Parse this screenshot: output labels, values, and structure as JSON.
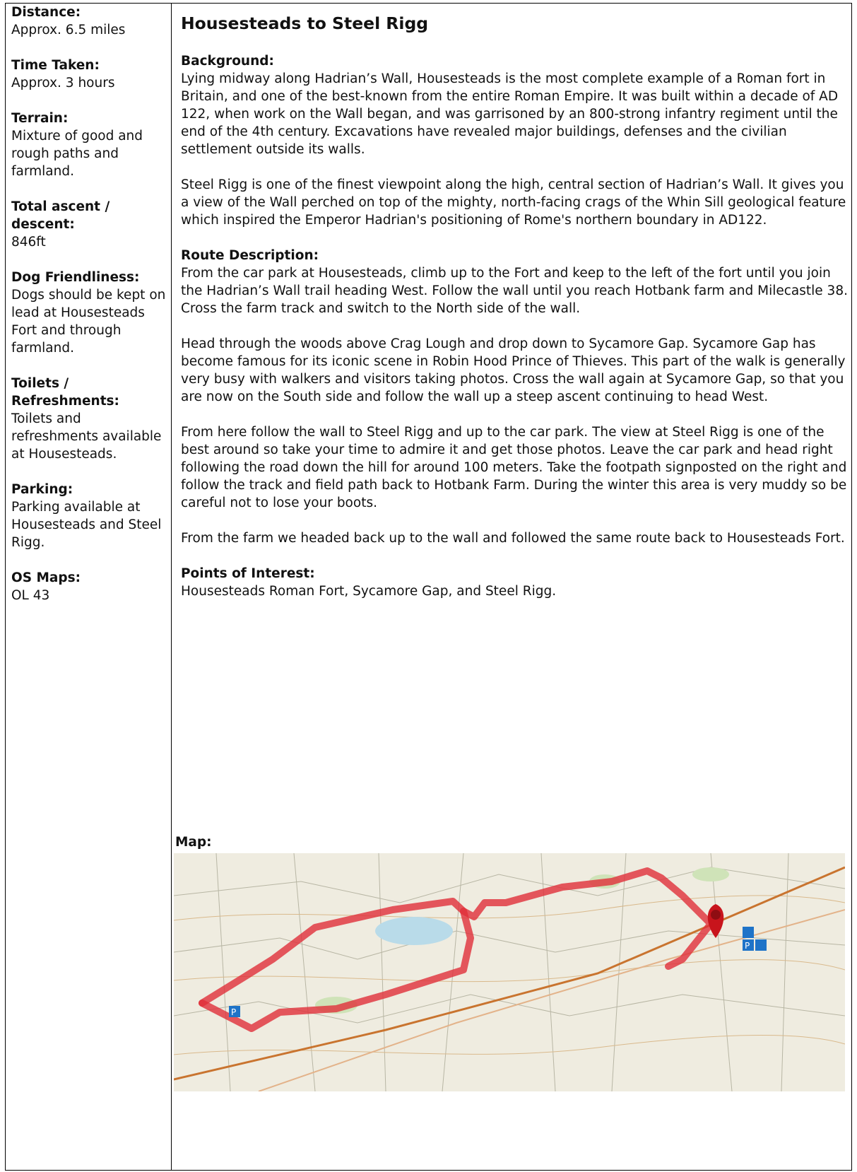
{
  "sidebar": {
    "distance_label": "Distance:",
    "distance_value": "Approx. 6.5 miles",
    "time_label": "Time Taken:",
    "time_value": "Approx. 3 hours",
    "terrain_label": "Terrain:",
    "terrain_value": "Mixture of good and rough paths and farmland.",
    "ascent_label": "Total ascent / descent:",
    "ascent_value": "846ft",
    "dog_label": "Dog Friendliness:",
    "dog_value": "Dogs should be kept on lead at Housesteads Fort and through farmland.",
    "toilets_label": "Toilets / Refreshments:",
    "toilets_value": "Toilets and refreshments available at Housesteads.",
    "parking_label": "Parking:",
    "parking_value": "Parking available at Housesteads and Steel Rigg.",
    "osmaps_label": "OS Maps:",
    "osmaps_value": "OL 43"
  },
  "main": {
    "title": "Housesteads to Steel Rigg",
    "background_heading": "Background:",
    "background_p1": "Lying midway along Hadrian’s Wall, Housesteads is the most complete example of a Roman fort in Britain, and one of the best-known from the entire Roman Empire. It was built within a decade of AD 122, when work on the Wall began, and was garrisoned by an 800-strong infantry regiment until the end of the 4th century. Excavations have revealed major buildings, defenses and the civilian settlement outside its walls.",
    "background_p2": "Steel Rigg is one of the finest viewpoint along the high, central section of Hadrian’s Wall. It gives you a view of the Wall perched on top of the mighty, north-facing crags of the Whin Sill geological feature which inspired the Emperor Hadrian's positioning of Rome's northern boundary in AD122.",
    "route_heading": "Route Description:",
    "route_p1": "From the car park at Housesteads, climb up to the Fort and keep to the left of the fort until you join the Hadrian’s Wall trail heading West. Follow the wall until you reach Hotbank farm and Milecastle 38. Cross the farm track and switch to the North side of the wall.",
    "route_p2": "Head through the woods above Crag Lough and drop down to Sycamore Gap. Sycamore Gap has become famous for its iconic scene in Robin Hood Prince of Thieves. This part of the walk is generally very busy with walkers and visitors taking photos. Cross the wall again at Sycamore Gap, so that you are now on the South side and follow the wall up a steep ascent continuing to head West.",
    "route_p3": "From here follow the wall to Steel Rigg and up to the car park. The view at Steel Rigg is one of the best around so take your time to admire it and get those photos. Leave the car park and head right following the road down the hill for around 100 meters. Take the footpath signposted on the right and follow the track and field path back to Hotbank Farm. During the winter this area is very muddy so be careful not to lose your boots.",
    "route_p4": "From the farm we headed back up to the wall and followed the same route back to Housesteads Fort.",
    "poi_heading": "Points of Interest:",
    "poi_text": "Housesteads Roman Fort, Sycamore Gap, and Steel Rigg.",
    "map_label": "Map:"
  },
  "map": {
    "route_color": "#e0303a",
    "marker_color": "#c8141c",
    "parking_color": "#1e73c8",
    "lake_color": "#b9dbe9"
  }
}
